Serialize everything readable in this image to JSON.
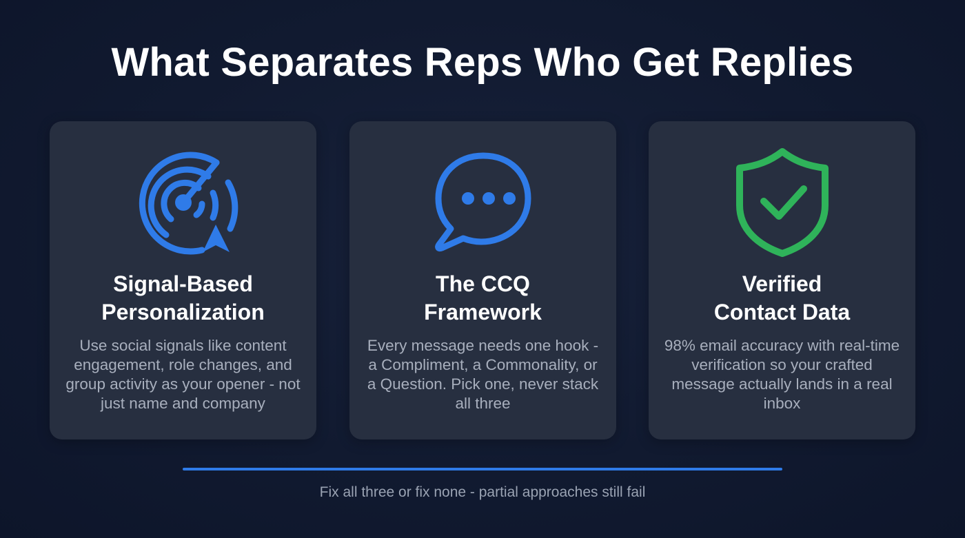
{
  "title": "What Separates Reps Who Get Replies",
  "cards": [
    {
      "icon": "radar-signal-icon",
      "heading_line1": "Signal-Based",
      "heading_line2": "Personalization",
      "body": "Use social signals like content engagement, role changes, and group activity as your opener - not just name and company",
      "icon_color": "#2f7be8"
    },
    {
      "icon": "chat-bubble-icon",
      "heading_line1": "The CCQ",
      "heading_line2": "Framework",
      "body": "Every message needs one hook - a Compliment, a Commonality, or a Question. Pick one, never stack all three",
      "icon_color": "#2f7be8"
    },
    {
      "icon": "shield-check-icon",
      "heading_line1": "Verified",
      "heading_line2": "Contact Data",
      "body": "98% email accuracy with real-time verification so your crafted message actually lands in a real inbox",
      "icon_color": "#2fb35a"
    }
  ],
  "footer": "Fix all three or fix none - partial approaches still fail",
  "colors": {
    "background": "#111a30",
    "card": "#272f40",
    "accent_blue": "#2f7be8",
    "accent_green": "#2fb35a"
  }
}
